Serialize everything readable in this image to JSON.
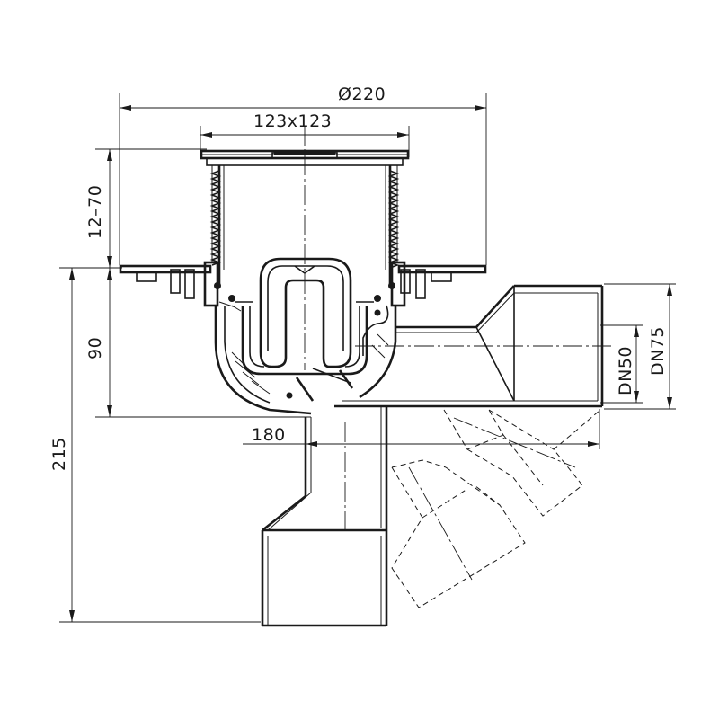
{
  "drawing": {
    "dimensions": {
      "outer_diameter": "Ø220",
      "grate_size": "123x123",
      "height_adjust": "12–70",
      "body_height": "90",
      "total_height": "215",
      "outlet_distance": "180",
      "inner_outlet": "DN50",
      "outer_outlet": "DN75"
    }
  }
}
